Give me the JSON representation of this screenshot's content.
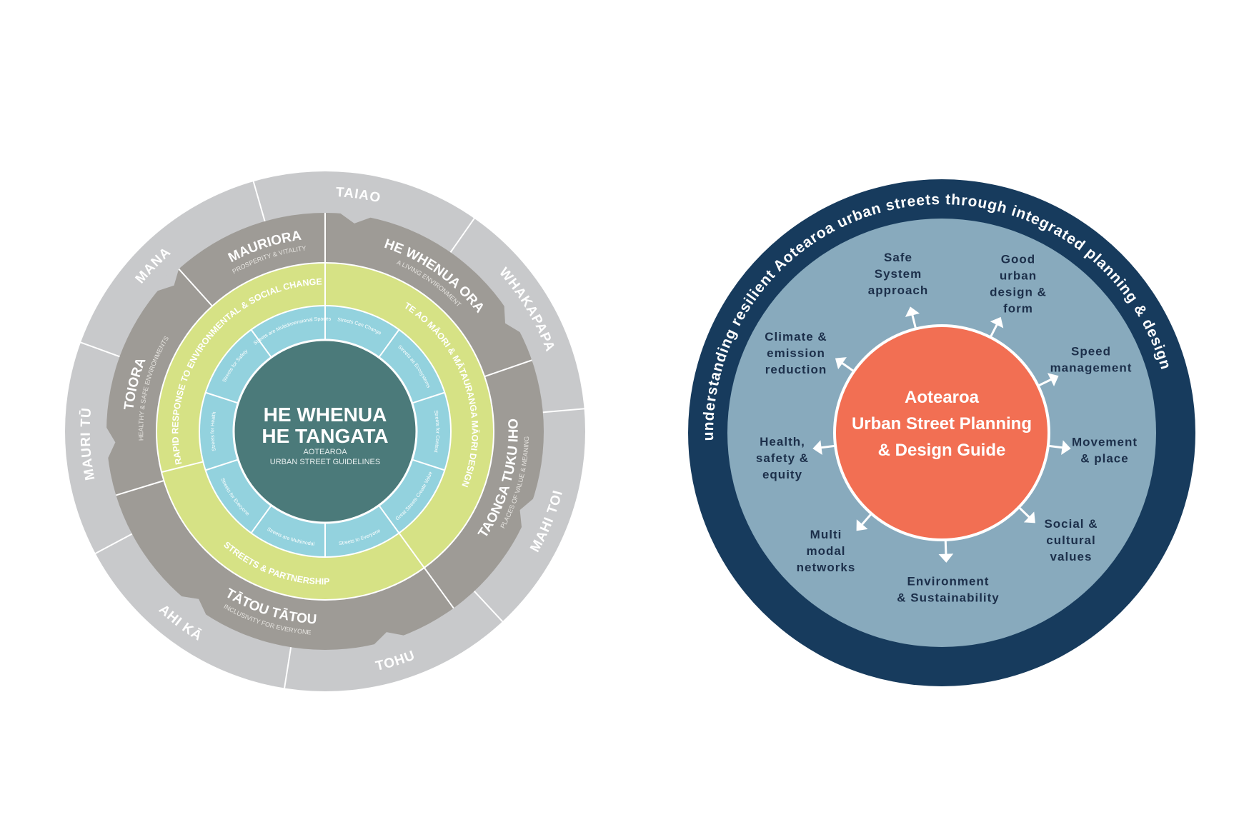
{
  "left_diagram": {
    "center": {
      "title_lines": [
        "HE WHENUA",
        "HE TANGATA"
      ],
      "subtitle_lines": [
        "AOTEAROA",
        "URBAN STREET GUIDELINES"
      ]
    },
    "outer_ring": [
      "TAIAO",
      "WHAKAPAPA",
      "MAHI TOI",
      "TOHU",
      "AHI KĀ",
      "MAURI TŪ",
      "MANA"
    ],
    "values_ring": [
      {
        "title": "MAURIORA",
        "subtitle": "PROSPERITY & VITALITY"
      },
      {
        "title": "HE WHENUA ORA",
        "subtitle": "A LIVING ENVIRONMENT"
      },
      {
        "title": "TAONGA TUKU IHO",
        "subtitle": "PLACES OF VALUE & MEANING"
      },
      {
        "title": "TĀTOU TĀTOU",
        "subtitle": "INCLUSIVITY FOR EVERYONE"
      },
      {
        "title": "TOIORA",
        "subtitle": "HEALTHY & SAFE ENVIRONMENTS"
      }
    ],
    "principles_ring": [
      "TE AO MĀORI & MĀTAURANGA MĀORI DESIGN",
      "STREETS & PARTNERSHIP",
      "RAPID RESPONSE TO ENVIRONMENTAL & SOCIAL CHANGE"
    ],
    "streets_ring": [
      "Streets Can Change",
      "Streets as Ecosystems",
      "Streets for Context",
      "Great Streets Create Value",
      "Streets to Everyone",
      "Streets are Multimodal",
      "Streets for Everyone",
      "Streets for Health",
      "Streets for Safety",
      "Streets are Multidimensional Spaces"
    ],
    "colors": {
      "outer": "#c8c9cb",
      "values": "#9e9b96",
      "principles": "#d6e285",
      "streets": "#93d2de",
      "center": "#4b7a7a"
    }
  },
  "right_diagram": {
    "ring_text": "understanding resilient Aotearoa urban streets through integrated planning & design",
    "center_lines": [
      "Aotearoa",
      "Urban Street Planning",
      "& Design Guide"
    ],
    "themes": [
      [
        "Safe",
        "System",
        "approach"
      ],
      [
        "Good",
        "urban",
        "design &",
        "form"
      ],
      [
        "Speed",
        "management"
      ],
      [
        "Movement",
        "& place"
      ],
      [
        "Social &",
        "cultural",
        "values"
      ],
      [
        "Environment",
        "& Sustainability"
      ],
      [
        "Multi",
        "modal",
        "networks"
      ],
      [
        "Health,",
        "safety &",
        "equity"
      ],
      [
        "Climate &",
        "emission",
        "reduction"
      ]
    ],
    "colors": {
      "ring": "#173b5d",
      "inner": "#88aabd",
      "center": "#f26f53",
      "text": "#1c2f4a"
    }
  }
}
